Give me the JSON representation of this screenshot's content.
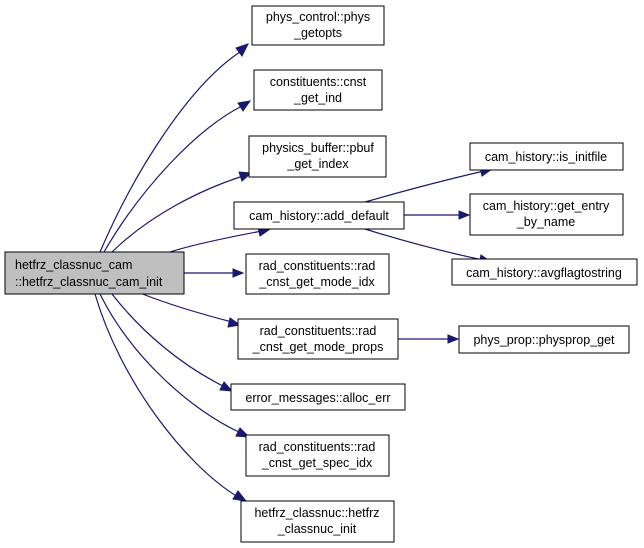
{
  "colors": {
    "edge": "#191970",
    "root_fill": "#bfbfbf",
    "node_fill": "#ffffff",
    "node_stroke": "#000000"
  },
  "nodes": {
    "root": {
      "line1": "hetfrz_classnuc_cam",
      "line2": "::hetfrz_classnuc_cam_init"
    },
    "phys_control": {
      "line1": "phys_control::phys",
      "line2": "_getopts"
    },
    "constituents": {
      "line1": "constituents::cnst",
      "line2": "_get_ind"
    },
    "physics_buffer": {
      "line1": "physics_buffer::pbuf",
      "line2": "_get_index"
    },
    "add_default": {
      "line1": "cam_history::add_default"
    },
    "mode_idx": {
      "line1": "rad_constituents::rad",
      "line2": "_cnst_get_mode_idx"
    },
    "mode_props": {
      "line1": "rad_constituents::rad",
      "line2": "_cnst_get_mode_props"
    },
    "alloc_err": {
      "line1": "error_messages::alloc_err"
    },
    "spec_idx": {
      "line1": "rad_constituents::rad",
      "line2": "_cnst_get_spec_idx"
    },
    "classnuc_init": {
      "line1": "hetfrz_classnuc::hetfrz",
      "line2": "_classnuc_init"
    },
    "is_initfile": {
      "line1": "cam_history::is_initfile"
    },
    "get_entry": {
      "line1": "cam_history::get_entry",
      "line2": "_by_name"
    },
    "avgflag": {
      "line1": "cam_history::avgflagtostring"
    },
    "physprop_get": {
      "line1": "phys_prop::physprop_get"
    }
  }
}
